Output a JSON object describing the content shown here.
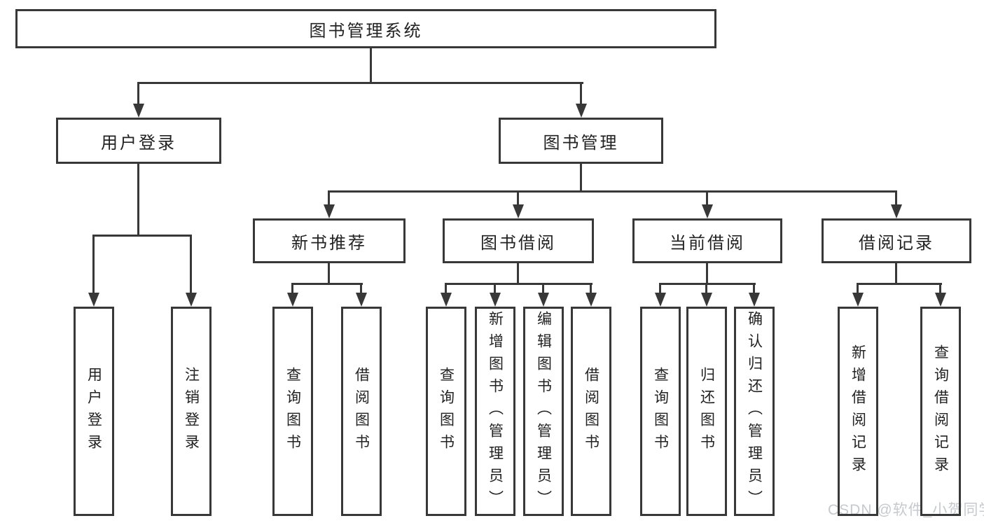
{
  "tree": {
    "label": "图书管理系统",
    "children": [
      {
        "label": "用户登录",
        "children": [
          "用户登录",
          "注销登录"
        ]
      },
      {
        "label": "图书管理",
        "children": [
          {
            "label": "新书推荐",
            "children": [
              "查询图书",
              "借阅图书"
            ]
          },
          {
            "label": "图书借阅",
            "children": [
              "查询图书",
              "新增图书（管理员）",
              "编辑图书（管理员）",
              "借阅图书"
            ]
          },
          {
            "label": "当前借阅",
            "children": [
              "查询图书",
              "归还图书",
              "确认归还（管理员）"
            ]
          },
          {
            "label": "借阅记录",
            "children": [
              "新增借阅记录",
              "查询借阅记录"
            ]
          }
        ]
      }
    ]
  },
  "watermark": {
    "text": "CSDN @软件_小贺同学"
  },
  "colors": {
    "line": "#383838",
    "text": "#222222",
    "watermark": "#c6c9ce",
    "background": "#ffffff"
  }
}
